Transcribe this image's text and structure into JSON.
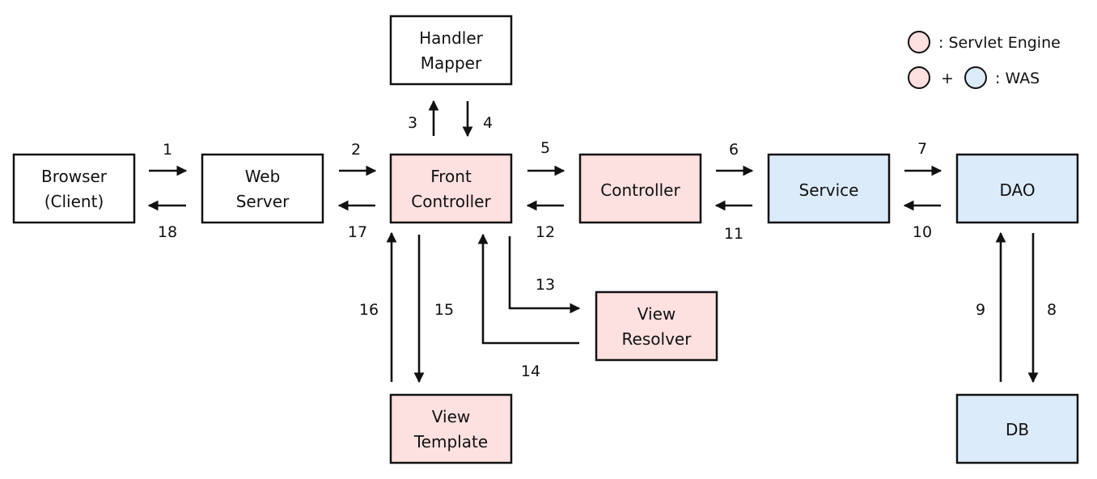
{
  "colors": {
    "servlet_engine": "#fde0e0",
    "was": "#dcebfa",
    "plain": "#ffffff",
    "stroke": "#111111"
  },
  "legend": {
    "servlet_engine_label": ": Servlet Engine",
    "plus": "+",
    "was_label": ": WAS"
  },
  "nodes": {
    "browser": {
      "lines": [
        "Browser",
        "(Client)"
      ],
      "fill": "plain"
    },
    "web_server": {
      "lines": [
        "Web",
        "Server"
      ],
      "fill": "plain"
    },
    "handler_mapper": {
      "lines": [
        "Handler",
        "Mapper"
      ],
      "fill": "plain"
    },
    "front_controller": {
      "lines": [
        "Front",
        "Controller"
      ],
      "fill": "servlet_engine"
    },
    "controller": {
      "lines": [
        "Controller"
      ],
      "fill": "servlet_engine"
    },
    "service": {
      "lines": [
        "Service"
      ],
      "fill": "was"
    },
    "dao": {
      "lines": [
        "DAO"
      ],
      "fill": "was"
    },
    "db": {
      "lines": [
        "DB"
      ],
      "fill": "was"
    },
    "view_resolver": {
      "lines": [
        "View",
        "Resolver"
      ],
      "fill": "servlet_engine"
    },
    "view_template": {
      "lines": [
        "View",
        "Template"
      ],
      "fill": "servlet_engine"
    }
  },
  "edges": [
    {
      "id": "e1",
      "label": "1",
      "from": "browser",
      "to": "web_server"
    },
    {
      "id": "e2",
      "label": "2",
      "from": "web_server",
      "to": "front_controller"
    },
    {
      "id": "e3",
      "label": "3",
      "from": "front_controller",
      "to": "handler_mapper"
    },
    {
      "id": "e4",
      "label": "4",
      "from": "handler_mapper",
      "to": "front_controller"
    },
    {
      "id": "e5",
      "label": "5",
      "from": "front_controller",
      "to": "controller"
    },
    {
      "id": "e6",
      "label": "6",
      "from": "controller",
      "to": "service"
    },
    {
      "id": "e7",
      "label": "7",
      "from": "service",
      "to": "dao"
    },
    {
      "id": "e8",
      "label": "8",
      "from": "dao",
      "to": "db"
    },
    {
      "id": "e9",
      "label": "9",
      "from": "db",
      "to": "dao"
    },
    {
      "id": "e10",
      "label": "10",
      "from": "dao",
      "to": "service"
    },
    {
      "id": "e11",
      "label": "11",
      "from": "service",
      "to": "controller"
    },
    {
      "id": "e12",
      "label": "12",
      "from": "controller",
      "to": "front_controller"
    },
    {
      "id": "e13",
      "label": "13",
      "from": "front_controller",
      "to": "view_resolver"
    },
    {
      "id": "e14",
      "label": "14",
      "from": "view_resolver",
      "to": "front_controller"
    },
    {
      "id": "e15",
      "label": "15",
      "from": "front_controller",
      "to": "view_template"
    },
    {
      "id": "e16",
      "label": "16",
      "from": "view_template",
      "to": "front_controller"
    },
    {
      "id": "e17",
      "label": "17",
      "from": "front_controller",
      "to": "web_server"
    },
    {
      "id": "e18",
      "label": "18",
      "from": "web_server",
      "to": "browser"
    }
  ]
}
